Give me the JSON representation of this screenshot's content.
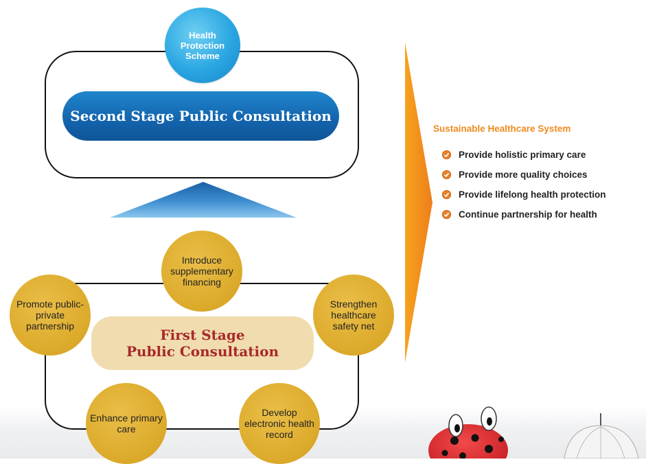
{
  "health_protection_scheme": {
    "lines": [
      "Health",
      "Protection",
      "Scheme"
    ]
  },
  "second_stage": {
    "label": "Second Stage Public Consultation"
  },
  "first_stage": {
    "lines": [
      "First Stage",
      "Public Consultation"
    ]
  },
  "proposals": {
    "supplementary_financing": "Introduce supplementary financing",
    "public_private_partnership": "Promote public-private partnership",
    "safety_net": "Strengthen healthcare safety net",
    "primary_care": "Enhance primary care",
    "health_record": "Develop electronic health record"
  },
  "sustainable_panel": {
    "title": "Sustainable Healthcare System",
    "items": [
      "Provide holistic primary care",
      "Provide more quality choices",
      "Provide lifelong health protection",
      "Continue partnership for health"
    ]
  },
  "colors": {
    "blue": "#1363ac",
    "orange": "#f08a1e",
    "gold": "#ddab2c",
    "beige": "#f0dcae",
    "red_text": "#a7292b"
  }
}
